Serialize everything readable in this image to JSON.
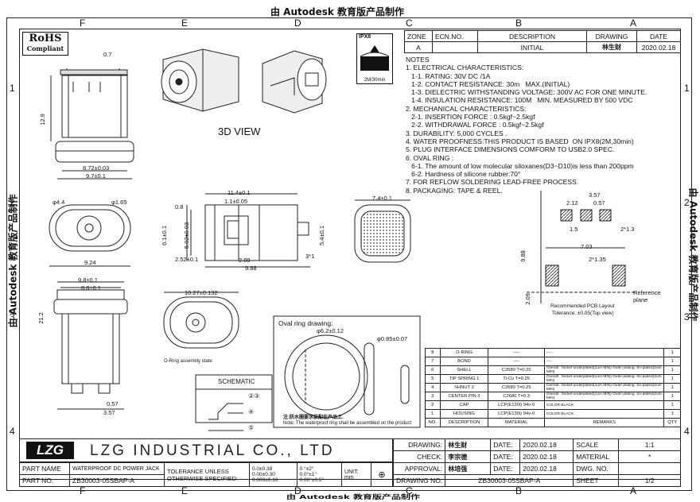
{
  "watermark_top": "由 Autodesk 教育版产品制作",
  "watermark_bottom": "由 Autodesk 教育版产品制作",
  "watermark_left": "由 Autodesk 教育版产品制作",
  "watermark_right": "由 Autodesk 教育版产品制作",
  "zones_top": [
    "F",
    "E",
    "D",
    "C",
    "B",
    "A"
  ],
  "zones_side": [
    "1",
    "2",
    "3",
    "4"
  ],
  "rohs": {
    "title": "RoHS",
    "sub": "Compliant"
  },
  "ipx": {
    "title": "IPX8",
    "sub": "2M/30min"
  },
  "revision": {
    "headers": [
      "ZONE",
      "ECN.NO.",
      "DESCRIPTION",
      "DRAWING",
      "DATE"
    ],
    "row": [
      "A",
      "",
      "INITIAL",
      "林生财",
      "2020.02.18"
    ]
  },
  "notes": [
    "NOTES",
    "1. ELECTRICAL CHARACTERISTICS:",
    "   1-1. RATING: 30V DC /1A",
    "   1-2. CONTACT RESISTANCE: 30m   MAX.(INITIAL)",
    "   1-3. DIELECTRIC WITHSTANDING VOLTAGE: 300V AC FOR ONE MINUTE.",
    "   1-4. INSULATION RESISTANCE: 100M   MIN. MEASURED BY 500 VDC",
    "2. MECHANICAL CHARACTERISTICS:",
    "   2-1. INSERTION FORCE : 0.5kgf~2.5kgf",
    "   2-2. WITHDRAWAL FORCE : 0.5kgf~2.5kgf",
    "3. DURABILITY: 5,000 CYCLES .",
    "4. WATER PROOFNESS:THIS PRODUCT IS BASED  ON IPX8(2M,30min)",
    "5. PLUG INTERFACE DIMENSIONS COMFORM TO USB2.0 SPEC.",
    "6. OVAL RING :",
    "   6-1. The amount of low molecular siloxanes(D3~D10)is less than 200ppm",
    "   6-2. Hardness of silicone rubber:70°",
    "7. FOR REFLOW SOLDERING LEAD-FREE PROCESS.",
    "8. PACKAGING: TAPE & REEL."
  ],
  "view_label": "3D VIEW",
  "oring_label": "O-Ring assembly state",
  "oval_ring_label": "Oval ring drawing:",
  "schematic_label": "SCHEMATIC",
  "pcb_label": "Recommended PCB Layout",
  "pcb_tol": "Tolerance: ±0.05(Top view)",
  "ref_plane": "Reference plane",
  "waterproof_cn": "注:防水圈要求装配在产品上.",
  "waterproof_en": "Note: The waterproof ring shall be assembled on the product",
  "dims": {
    "d07": "0.7",
    "d129": "12.9",
    "d872": "8.72±0.03",
    "d97": "9.7±0.1",
    "d44": "φ4.4",
    "d165": "φ1.65",
    "d924": "9.24",
    "d114": "11.4±0.1",
    "d11": "1.1±0.05",
    "d08": "0.8",
    "d61": "6.1±0.1",
    "d502": "5.02±0.03",
    "d54": "5.4±0.1",
    "d252": "2.52±0.1",
    "d209": "2.09",
    "d988": "9.88",
    "d31": "3*1",
    "d74": "7.4±0.1",
    "d98": "9.8±0.1",
    "d88": "8.8±0.1",
    "d212": "21.2",
    "d057": "0.57",
    "d357": "3.57",
    "d1027": "10.27±0.132",
    "d62": "φ6.2±0.12",
    "d085": "φ0.85±0.07",
    "p212": "2.12",
    "p357": "3.57",
    "p057": "0.57",
    "p15": "1.5",
    "p213": "2*1.3",
    "p703": "7.03",
    "p2135": "2*1.35",
    "p988": "9.88",
    "p209": "2.09"
  },
  "bom": {
    "headers": [
      "NO.",
      "DESCRIPTION",
      "MATERIAL",
      "REMARKS",
      "QTY"
    ],
    "rows": [
      [
        "8",
        "O-RING",
        "----",
        "----",
        "1"
      ],
      [
        "7",
        "BOND",
        "----",
        "----",
        "1"
      ],
      [
        "6",
        "SHELL",
        "C2680 T=0.25",
        "Overall : Nickel-underplated(1um MIN) Outer plating: Sn-plated(2um MIN)",
        "1"
      ],
      [
        "5",
        "TIP SPRING 1",
        "Ti-Cu T=0.25",
        "Overall : Nickel-underplated(1um MIN) Outer plating: Sn-plated(2um MIN)",
        "1"
      ],
      [
        "4",
        "SHNUT 2",
        "C2680 T=0.25",
        "Overall : Nickel-underplated(1um MIN) Outer plating: Sn-plated(2um MIN)",
        "1"
      ],
      [
        "3",
        "CENTER PIN 3",
        "C2680 T=0.3",
        "Overall : Nickel-underplated(1um MIN) Outer plating: Sn-plated(2um MIN)",
        "1"
      ],
      [
        "2",
        "CAP",
        "LCP(E130i) 94v-0",
        "COLOR BLACK",
        "1"
      ],
      [
        "1",
        "HOUSING",
        "LCP(E130i) 94v-0",
        "COLOR BLACK",
        "1"
      ]
    ]
  },
  "title_block": {
    "company": "LZG INDUSTRIAL  CO., LTD",
    "logo": "LZG",
    "part_name_label": "PART NAME",
    "part_name": "WATERPROOF DC POWER JACK",
    "part_no_label": "PART NO.",
    "part_no": "ZB30003-05SBAP-A",
    "tol1": "TOLERANCE UNLESS",
    "tol2": "OTHERWISE SPECIFIED:",
    "tol_vals": [
      "0.0±0.38",
      "0.00±0.30",
      "0.000±0.10"
    ],
    "ang_vals": [
      "0.°±2°",
      "0.0°±1°",
      "0.00°±0.5°"
    ],
    "unit_label": "UNIT:",
    "unit": "mm",
    "drawing_label": "DRAWING:",
    "drawing_by": "林生财",
    "check_label": "CHECK:",
    "check_by": "李宗德",
    "approval_label": "APPROVAL:",
    "approval_by": "林培强",
    "date_label": "DATE:",
    "date": "2020.02.18",
    "scale_label": "SCALE",
    "scale": "1:1",
    "material_label": "MATERIAL",
    "material": "*",
    "dwg_label": "DWG. NO.",
    "drawing_no_label": "DRAWING NO.",
    "drawing_no": "ZB30003-05SBAP-A",
    "sheet_label": "SHEET",
    "sheet": "1/2"
  }
}
